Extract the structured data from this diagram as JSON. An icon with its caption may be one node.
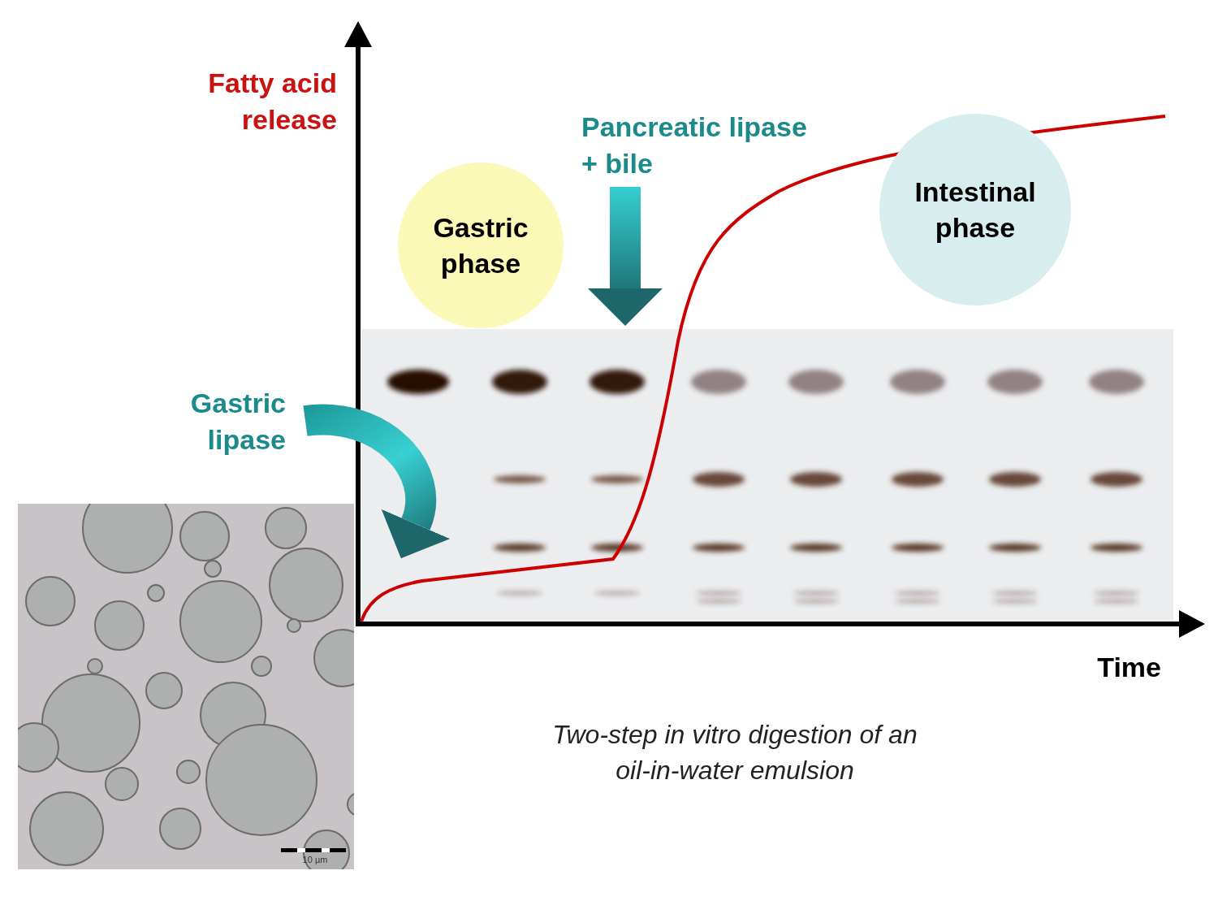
{
  "diagram": {
    "caption": "Two-step in vitro digestion of an oil-in-water emulsion",
    "nodes": [
      {
        "text": [
          "Gastric phase"
        ]
      },
      {
        "text": [
          "Intestinal phase"
        ]
      },
      {
        "text": [
          "Pancreatic lipase + bile"
        ]
      },
      {
        "text": [
          "Gastric lipase"
        ]
      },
      {
        "text": [],
        "shape": "picture"
      },
      {
        "text": [],
        "shape": "picture"
      }
    ],
    "edges": [
      {
        "from": 2,
        "to": 4,
        "arrow": "to",
        "style": "thick"
      },
      {
        "from": 3,
        "to": 4,
        "arrow": "to",
        "style": "thick"
      }
    ],
    "labels": [
      "Fatty acid release",
      "Time",
      "10 µm"
    ]
  }
}
